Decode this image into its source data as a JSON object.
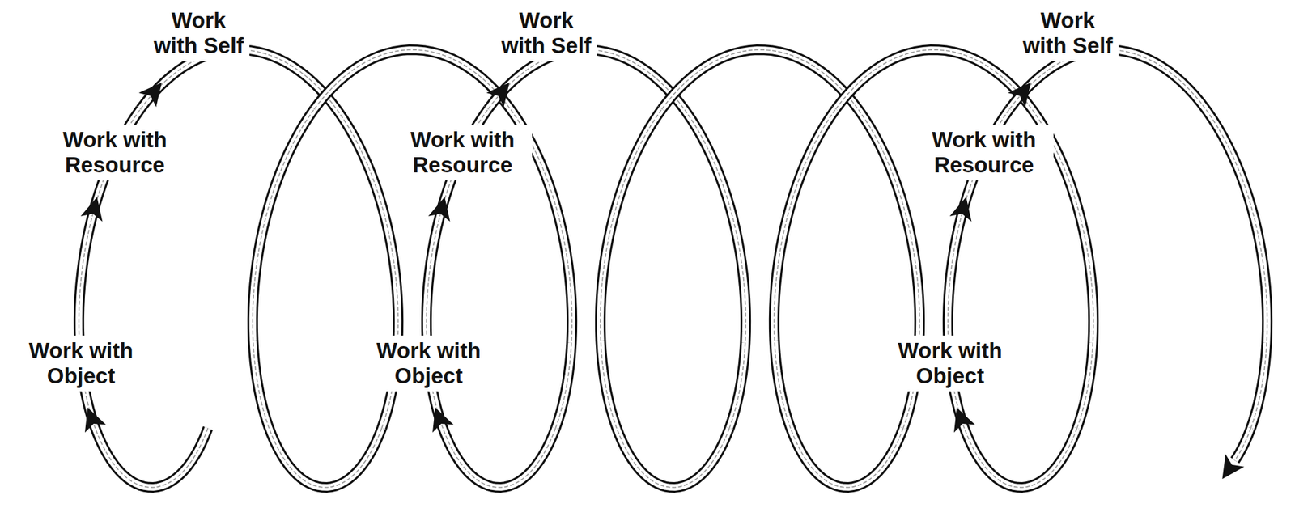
{
  "diagram": {
    "labels": [
      "Work with Self",
      "Work with Self",
      "Work with Self",
      "Work with Resource",
      "Work with Resource",
      "Work with Resource",
      "Work with Object",
      "Work with Object",
      "Work with Object"
    ]
  }
}
